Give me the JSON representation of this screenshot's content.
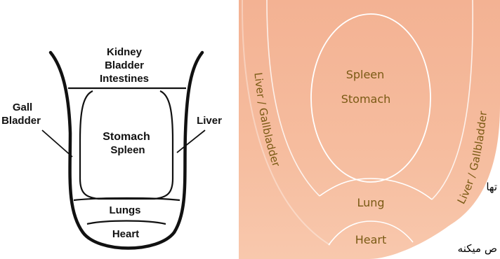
{
  "left_diagram": {
    "labels": {
      "kidney": "Kidney",
      "bladder": "Bladder",
      "intestines": "Intestines",
      "gall": "Gall",
      "gall_bladder": "Bladder",
      "liver": "Liver",
      "stomach": "Stomach",
      "spleen": "Spleen",
      "lungs": "Lungs",
      "heart": "Heart"
    }
  },
  "right_diagram": {
    "labels": {
      "spleen": "Spleen",
      "stomach": "Stomach",
      "liver_gallbladder_left": "Liver / Gallbladder",
      "liver_gallbladder_right": "Liver / Gallbladder",
      "lung": "Lung",
      "heart": "Heart"
    },
    "colors": {
      "tongue_fill": "#f5b99a",
      "zone_line": "#ffffff",
      "label_text": "#7a5a14"
    }
  },
  "arabic_fragments": {
    "line1": "تها",
    "line2": "ص میکنه"
  }
}
